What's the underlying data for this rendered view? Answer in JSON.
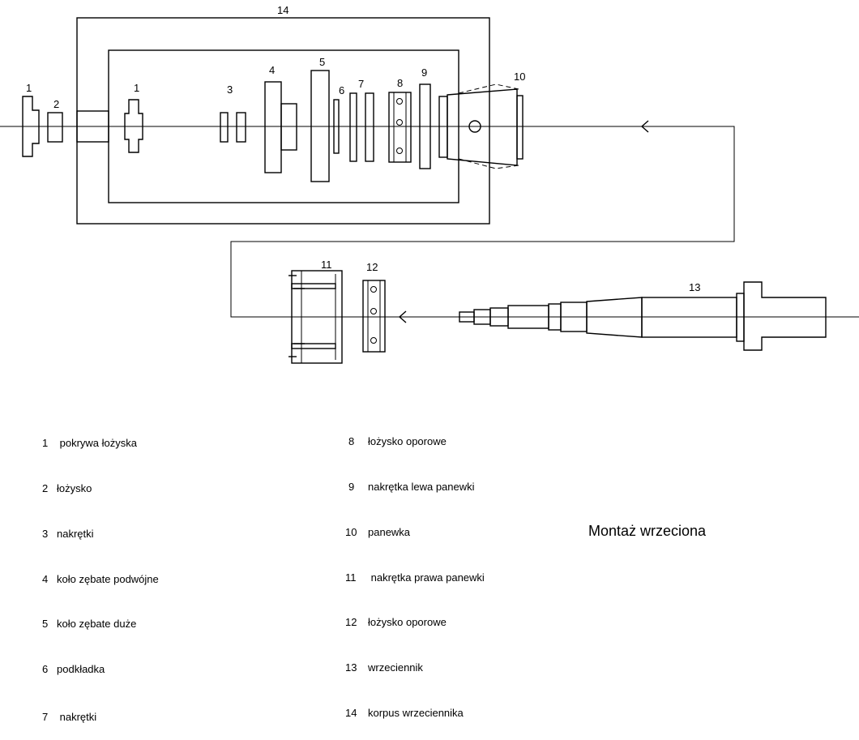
{
  "diagram": {
    "labels": {
      "l1a": "1",
      "l2": "2",
      "l1b": "1",
      "l3": "3",
      "l4": "4",
      "l5": "5",
      "l6": "6",
      "l7": "7",
      "l8": "8",
      "l9": "9",
      "l10": "10",
      "l11": "11",
      "l12": "12",
      "l13": "13",
      "l14": "14"
    }
  },
  "legend_left": [
    {
      "n": "1",
      "text": " pokrywa łożyska"
    },
    {
      "n": "2",
      "text": "łożysko"
    },
    {
      "n": "3",
      "text": "nakrętki"
    },
    {
      "n": "4",
      "text": "koło zębate podwójne"
    },
    {
      "n": "5",
      "text": "koło zębate duże"
    },
    {
      "n": "6",
      "text": "podkładka"
    },
    {
      "n": "7",
      "text": " nakrętki"
    }
  ],
  "legend_right": [
    {
      "n": "8",
      "text": "łożysko oporowe"
    },
    {
      "n": "9",
      "text": "nakrętka lewa panewki"
    },
    {
      "n": "10",
      "text": "panewka"
    },
    {
      "n": "11",
      "text": " nakrętka prawa panewki"
    },
    {
      "n": "12",
      "text": "łożysko oporowe"
    },
    {
      "n": "13",
      "text": "wrzeciennik"
    },
    {
      "n": "14",
      "text": "korpus wrzeciennika"
    }
  ],
  "caption": "Montaż wrzeciona"
}
